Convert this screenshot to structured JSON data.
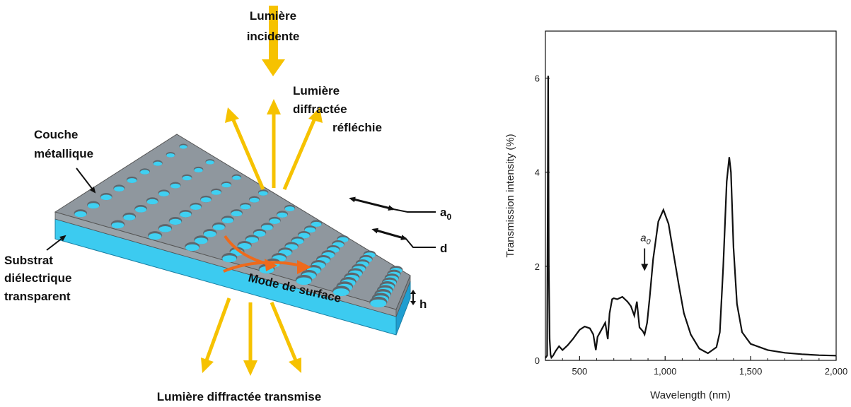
{
  "diagram": {
    "incident_light": [
      "Lumière",
      "incidente"
    ],
    "reflected_light": [
      "Lumière",
      "diffractée",
      "réfléchie"
    ],
    "metal_layer": [
      "Couche",
      "métallique"
    ],
    "substrate": [
      "Substrat",
      "diélectrique",
      "transparent"
    ],
    "surface_mode": "Mode de surface",
    "transmitted_light": "Lumière diffractée transmise",
    "period_label": "a",
    "period_sub": "0",
    "diameter_label": "d",
    "thickness_label": "h",
    "colors": {
      "metal": "#8f979e",
      "substrate": "#3cc8ee",
      "light": "#f6c200",
      "surface_mode": "#ee6a1c"
    }
  },
  "chart_data": {
    "type": "line",
    "title": "",
    "xlabel": "Wavelength (nm)",
    "ylabel": "Transmission intensity (%)",
    "xlim": [
      300,
      2000
    ],
    "ylim": [
      0,
      7
    ],
    "xticks": [
      500,
      1000,
      1500,
      2000
    ],
    "xtick_labels": [
      "500",
      "1,000",
      "1,500",
      "2,000"
    ],
    "yticks": [
      0,
      2,
      4,
      6
    ],
    "yticks_labels": [
      "0",
      "2",
      "4",
      "6"
    ],
    "annotation": {
      "text": "a",
      "sub": "0",
      "x": 880,
      "y": 1.9
    },
    "grid": false,
    "series": [
      {
        "x": [
          300,
          310,
          316,
          320,
          325,
          330,
          335,
          345,
          360,
          380,
          400,
          430,
          460,
          500,
          530,
          560,
          580,
          595,
          605,
          620,
          650,
          665,
          675,
          690,
          700,
          720,
          750,
          780,
          800,
          820,
          835,
          850,
          870,
          880,
          895,
          910,
          930,
          960,
          990,
          1020,
          1050,
          1080,
          1110,
          1150,
          1200,
          1250,
          1300,
          1320,
          1340,
          1360,
          1375,
          1385,
          1400,
          1420,
          1450,
          1500,
          1600,
          1700,
          1800,
          1900,
          2000
        ],
        "y": [
          0.05,
          0.1,
          6.05,
          2.0,
          0.45,
          0.12,
          0.06,
          0.1,
          0.2,
          0.3,
          0.22,
          0.32,
          0.45,
          0.65,
          0.72,
          0.68,
          0.55,
          0.22,
          0.5,
          0.6,
          0.8,
          0.45,
          1.0,
          1.3,
          1.32,
          1.3,
          1.35,
          1.25,
          1.15,
          0.95,
          1.25,
          0.7,
          0.62,
          0.55,
          0.8,
          1.35,
          2.15,
          2.95,
          3.2,
          2.9,
          2.25,
          1.6,
          1.0,
          0.55,
          0.25,
          0.15,
          0.28,
          0.6,
          2.0,
          3.8,
          4.32,
          4.0,
          2.4,
          1.2,
          0.6,
          0.35,
          0.22,
          0.16,
          0.13,
          0.11,
          0.1
        ]
      }
    ]
  }
}
